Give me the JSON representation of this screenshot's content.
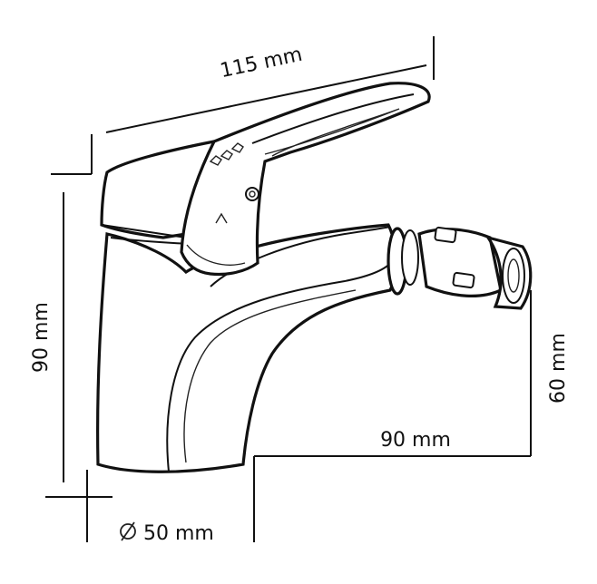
{
  "dimensions": {
    "width_label": "115 mm",
    "height_label": "90 mm",
    "reach_label": "90 mm",
    "spout_height_label": "60 mm",
    "base_diameter_label": "50 mm"
  }
}
